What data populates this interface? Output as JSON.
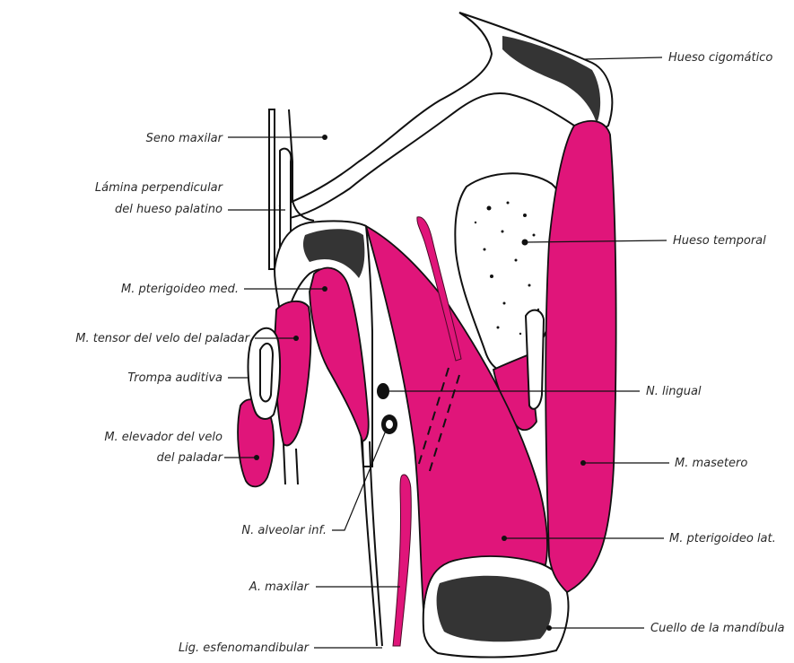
{
  "labels": {
    "hueso_cigomatico": "Hueso cigomático",
    "seno_maxilar": "Seno maxilar",
    "lamina_line1": "Lámina perpendicular",
    "lamina_line2": "del hueso palatino",
    "hueso_temporal": "Hueso temporal",
    "pterigoideo_med": "M. pterigoideo med.",
    "tensor_velo": "M. tensor del velo del paladar",
    "trompa_auditiva": "Trompa auditiva",
    "n_lingual": "N. lingual",
    "elevador_line1": "M. elevador del velo",
    "elevador_line2": "del paladar",
    "masetero": "M. masetero",
    "alveolar_inf": "N. alveolar inf.",
    "pterigoideo_lat": "M. pterigoideo lat.",
    "a_maxilar": "A. maxilar",
    "cuello_mandibula": "Cuello de la mandíbula",
    "lig_esfenomandibular": "Lig. esfenomandibular"
  },
  "colors": {
    "muscle": "#e0157a",
    "bone": "#ffffff",
    "outline": "#111111",
    "text": "#2a2a2a"
  }
}
